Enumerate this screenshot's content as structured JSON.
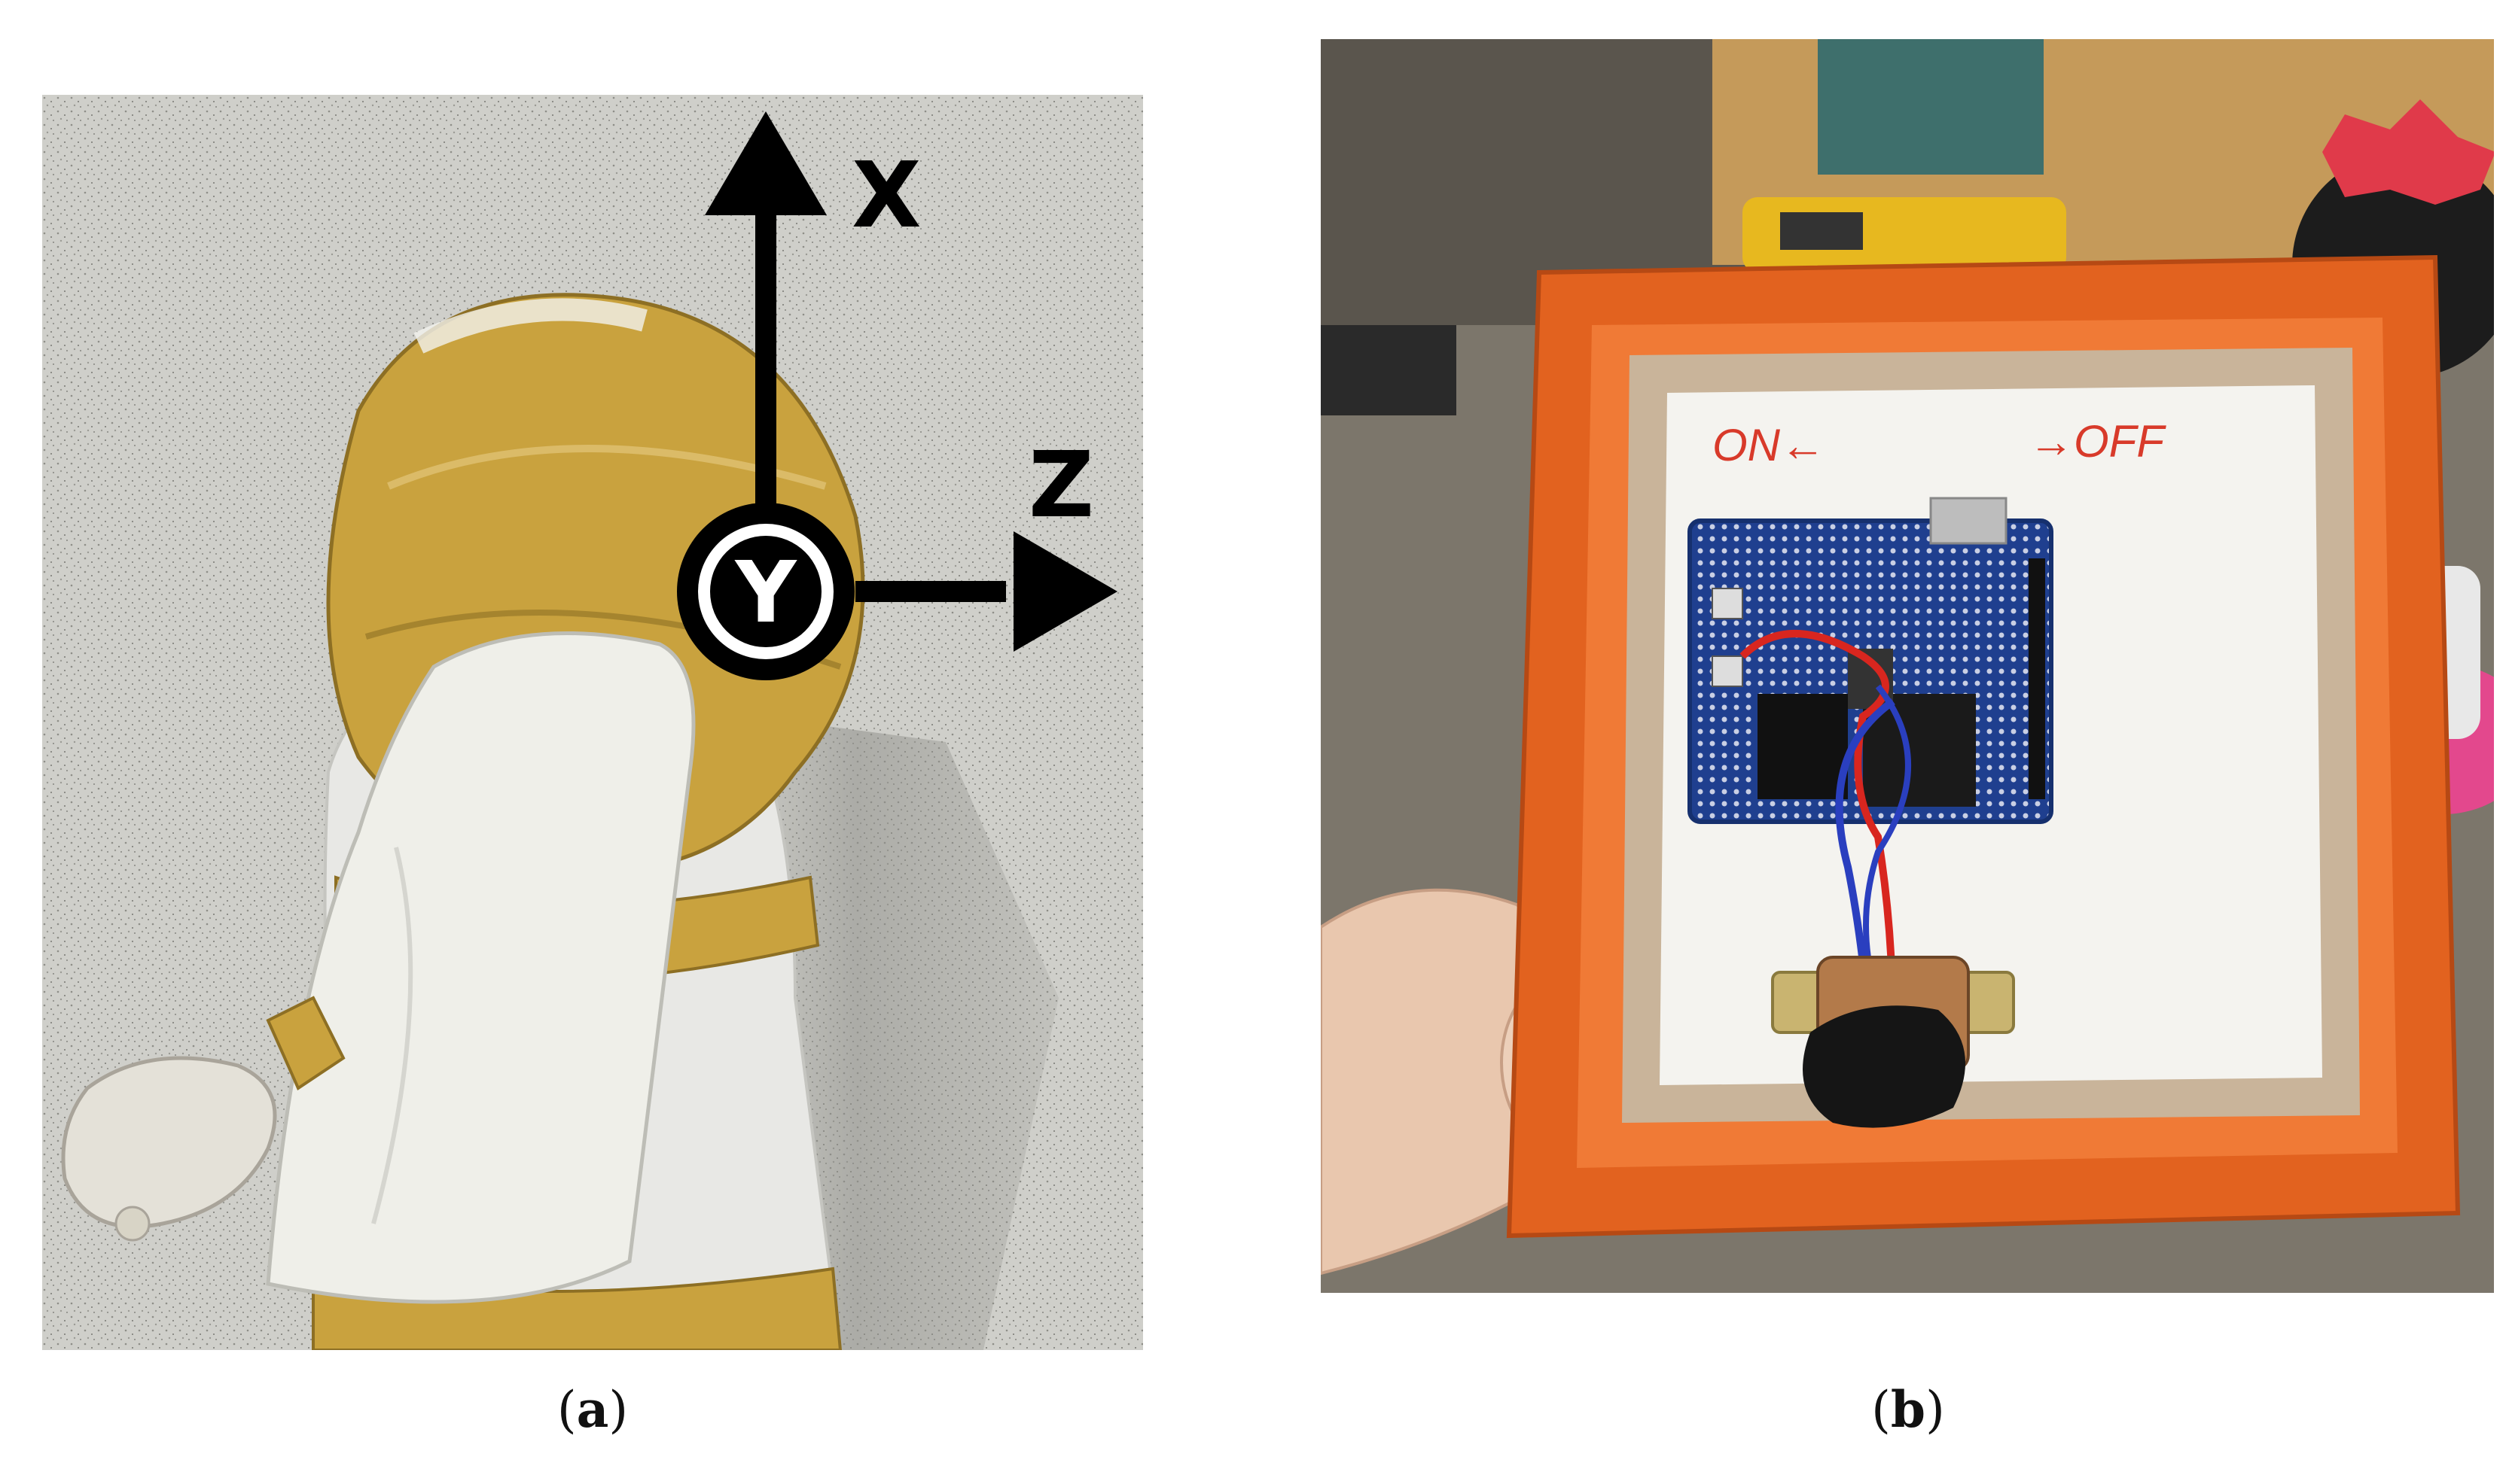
{
  "panel_a": {
    "axes": {
      "x": "X",
      "z": "Z",
      "y": "Y"
    },
    "caption": {
      "open": "(",
      "letter": "a",
      "close": ")"
    }
  },
  "panel_b": {
    "switch_text": {
      "on": "ON←",
      "off": "→OFF"
    },
    "caption": {
      "open": "(",
      "letter": "b",
      "close": ")"
    }
  },
  "colors": {
    "wall": "#cfcfca",
    "tape": "#c9a23e",
    "foam": "#ececea",
    "box_orange": "#e2621f",
    "board_blue": "#1f3f8f",
    "wire_red": "#d8261f",
    "wire_blue": "#2a3fbf",
    "marker_red": "#d83a2a"
  }
}
